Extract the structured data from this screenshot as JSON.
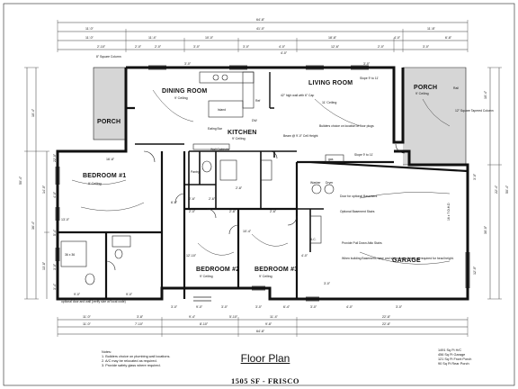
{
  "plan": {
    "title": "Floor Plan",
    "subtitle": "1505 SF - FRISCO",
    "overall_width": "64'-8\"",
    "overall_depth": "50'-4\""
  },
  "rooms": {
    "dining": {
      "name": "DINING ROOM",
      "ceiling": "9' Ceiling"
    },
    "kitchen": {
      "name": "KITCHEN",
      "ceiling": "9' Ceiling"
    },
    "living": {
      "name": "LIVING ROOM",
      "ceiling": "11' Ceiling"
    },
    "porch_left": {
      "name": "PORCH"
    },
    "porch_right": {
      "name": "PORCH",
      "ceiling": "9' Ceiling"
    },
    "bedroom1": {
      "name": "BEDROOM #1",
      "ceiling": "9' Ceiling"
    },
    "bedroom2": {
      "name": "BEDROOM #2",
      "ceiling": "9' Ceiling"
    },
    "bedroom3": {
      "name": "BEDROOM #3",
      "ceiling": "9' Ceiling"
    },
    "garage": {
      "name": "GARAGE"
    }
  },
  "annotations": {
    "island": "Island",
    "eating_bar": "Eating Bar",
    "wall_cabinets": "Wall Cabinets",
    "pantry": "Pantry",
    "dw": "DW",
    "ref": "Ref",
    "rail": "Rail",
    "square_column_left": "8\" Square Column",
    "square_column_right": "12\" Square Tapered Column",
    "wall_42": "42\" high wall with 6\" Cap",
    "builders_choice": "Builders choice on location of floor plugs",
    "beam": "Beam @ 9'-0\" Cell Height",
    "slope_top": "Slope 9' to 11'",
    "slope_bottom": "Slope 9' to 11'",
    "door_basement": "Door for optional Basement",
    "opt_basement": "Optional Basement Stairs",
    "pull_down": "Provide Pull Down Attic Stairs",
    "basement_note": "When building Basement, raise and slope floor of drive as required for head height.",
    "opt_door": "optional door and wall (verify size w/ local code)",
    "ac": "A.C.",
    "washer": "Washer",
    "dryer": "Dryer",
    "shower": "36 x 36",
    "garage_door": "16 x 7 O.H.D",
    "gas": "gas"
  },
  "dimensions": {
    "top_row1": [
      "11'-0\"",
      "41'-0\"",
      "11'-8\""
    ],
    "top_row2": [
      "11'-0\"",
      "11'-4\"",
      "10'-0\"",
      "18'-8\"",
      "4'-0\"",
      "6'-8\""
    ],
    "top_row3": [
      "2'-10\"",
      "2'-0\"",
      "2'-0\"",
      "3'-0\"",
      "3'-0\"",
      "4'-0\"",
      "12'-6\"",
      "2'-0\"",
      "3'-0\""
    ],
    "top_row4": [
      "3'-0\"",
      "4'-0\"",
      "3'-0\""
    ],
    "bottom_row1": [
      "11'-0\"",
      "3'-8\"",
      "9'-4\"",
      "5'-10\"",
      "11'-4\"",
      "22'-8\""
    ],
    "bottom_row2": [
      "11'-0\"",
      "7'-10\"",
      "8'-10\"",
      "9'-8\"",
      "22'-8\""
    ],
    "bottom_row3": [
      "9'-0\"",
      "9'-0\"",
      "3'-0\"",
      "9'-0\"",
      "3'-0\"",
      "3'-0\"",
      "6'-4\"",
      "3'-0\"",
      "4'-0\"",
      "3'-0\""
    ],
    "left": [
      "10'-4\"",
      "36'-4\"",
      "14'-0\"",
      "13'-8\"",
      "22'-0\"",
      "4'-0\"",
      "5'-4\"",
      "3'-0\"",
      "3'-4\""
    ],
    "right": [
      "10'-4\"",
      "22'-4\"",
      "30'-0\"",
      "3'-0\"",
      "12'-0\""
    ],
    "misc": [
      "16'-8\"",
      "6'-8\"",
      "13'-0\"",
      "2'-6\"",
      "2'-6\"",
      "2'-0\"",
      "2'-8\"",
      "2'-6\"",
      "2'-8\"",
      "12'-10\"",
      "10'-4\"",
      "4'-0\"",
      "3'-0\""
    ]
  },
  "notes": {
    "heading": "Notes:",
    "items": [
      "1. Builders choice on plumbing wall locations.",
      "2. A/C may be relocated as required.",
      "3. Provide safety glass where required."
    ]
  },
  "areas": [
    "1491 Sq Ft H/C",
    "456 Sq Ft Garage",
    "121 Sq Ft Front Porch",
    "90 Sq Ft Rear Porch"
  ]
}
